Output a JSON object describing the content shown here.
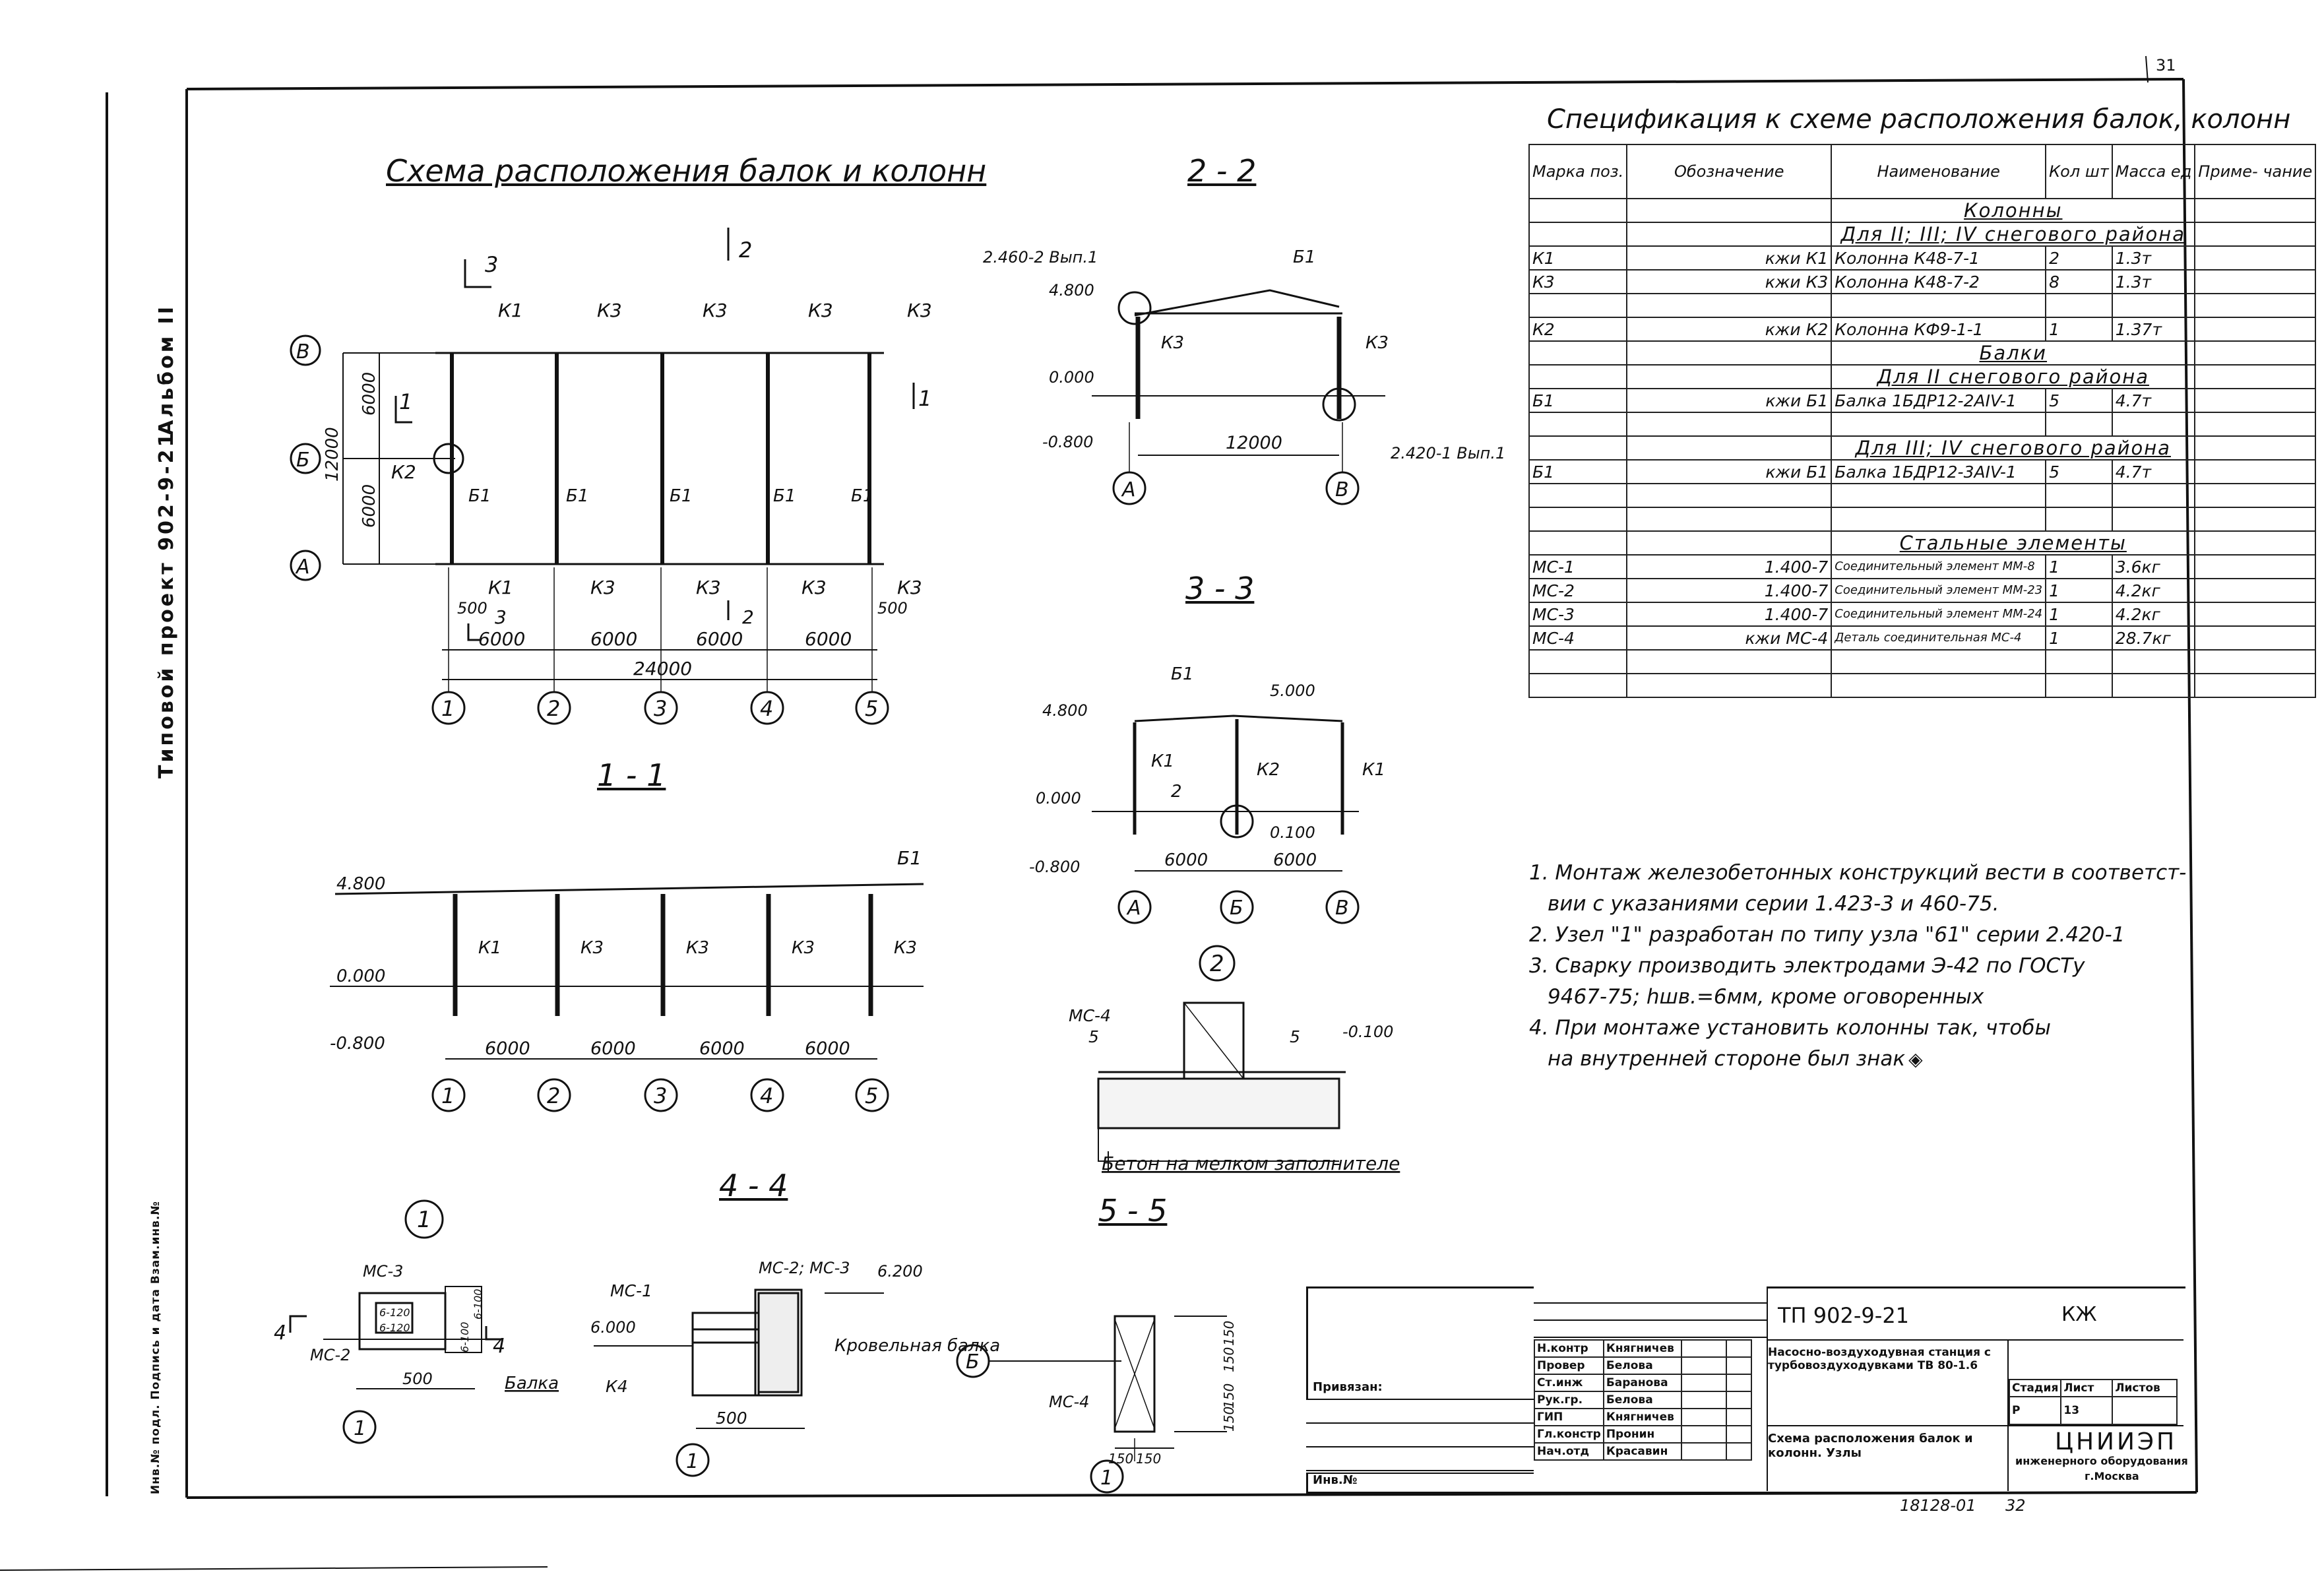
{
  "titles": {
    "plan": "Схема расположения балок и колонн",
    "spec": "Спецификация к схеме расположения балок, колонн",
    "s11": "1 - 1",
    "s22": "2 - 2",
    "s33": "3 - 3",
    "s44": "4 - 4",
    "s55": "5 - 5",
    "node1": "1",
    "node2": "2"
  },
  "left_margin": {
    "album": "Альбом II",
    "project": "Типовой проект 902-9-21",
    "stamp": "Инв.№ подл. Подпись и дата Взам.инв.№"
  },
  "page_number": "31",
  "plan": {
    "dims": [
      "6000",
      "6000",
      "6000",
      "6000"
    ],
    "total": "24000",
    "left_dims": [
      "6000",
      "6000"
    ],
    "left_total": "12000",
    "axes_x": [
      "1",
      "2",
      "3",
      "4",
      "5"
    ],
    "axes_y": [
      "В",
      "Б",
      "А"
    ],
    "top_labels": [
      "К1",
      "К3",
      "К3",
      "К3",
      "К3"
    ],
    "bottom_labels": [
      "К1",
      "К3",
      "К3",
      "К3",
      "К3"
    ],
    "beam": "Б1",
    "k2": "К2",
    "edge500": "500",
    "cut_marks": [
      "3",
      "2",
      "1"
    ]
  },
  "s11": {
    "levels": [
      "4.800",
      "0.000",
      "-0.800"
    ],
    "cols": [
      "К1",
      "К3",
      "К3",
      "К3",
      "К3"
    ],
    "beam": "Б1",
    "dims": [
      "6000",
      "6000",
      "6000",
      "6000"
    ],
    "axes": [
      "1",
      "2",
      "3",
      "4",
      "5"
    ]
  },
  "s22": {
    "levels": [
      "4.800",
      "0.000",
      "-0.800"
    ],
    "note_top": "2.460-2 Вып.1",
    "note_bottom": "2.420-1 Вып.1",
    "cols": [
      "К3",
      "К3"
    ],
    "beam": "Б1",
    "span": "12000",
    "axes": [
      "А",
      "В"
    ]
  },
  "s33": {
    "levels": [
      "4.800",
      "0.000",
      "-0.800",
      "5.000",
      "0.100"
    ],
    "cols": [
      "К1",
      "К2",
      "К1"
    ],
    "beam": "Б1",
    "dims": [
      "6000",
      "6000"
    ],
    "axes": [
      "А",
      "Б",
      "В"
    ]
  },
  "node2": {
    "labels": [
      "МС-4",
      "5",
      "5",
      "-0.100"
    ],
    "concrete": "Бетон на мелком заполнителе"
  },
  "node1": {
    "labels": [
      "МС-3",
      "МС-2",
      "4",
      "4",
      "Балка",
      "500",
      "1"
    ],
    "levels": [
      "6-120",
      "6-120",
      "6-100",
      "6-100"
    ]
  },
  "s44": {
    "labels": [
      "МС-1",
      "МС-2; МС-3",
      "К4",
      "Кровельная балка",
      "6.000",
      "6.200",
      "500",
      "1"
    ]
  },
  "s55": {
    "labels": [
      "Б",
      "МС-4",
      "150",
      "150",
      "150",
      "150",
      "150",
      "150",
      "1"
    ]
  },
  "spec": {
    "headers": [
      "Марка поз.",
      "Обозначение",
      "Наименование",
      "Кол шт",
      "Масса ед",
      "Приме- чание"
    ],
    "rows": [
      {
        "type": "sec",
        "text": "Колонны"
      },
      {
        "type": "sec",
        "text": "Для II; III; IV снегового района"
      },
      {
        "type": "row",
        "c": [
          "К1",
          "кжи К1",
          "Колонна К48-7-1",
          "2",
          "1.3т",
          ""
        ]
      },
      {
        "type": "row",
        "c": [
          "К3",
          "кжи К3",
          "Колонна К48-7-2",
          "8",
          "1.3т",
          ""
        ]
      },
      {
        "type": "row",
        "c": [
          "",
          "",
          "",
          "",
          "",
          ""
        ]
      },
      {
        "type": "row",
        "c": [
          "К2",
          "кжи К2",
          "Колонна КФ9-1-1",
          "1",
          "1.37т",
          ""
        ]
      },
      {
        "type": "sec",
        "text": "Балки"
      },
      {
        "type": "sec",
        "text": "Для II снегового района"
      },
      {
        "type": "row",
        "c": [
          "Б1",
          "кжи Б1",
          "Балка 1БДР12-2АIV-1",
          "5",
          "4.7т",
          ""
        ]
      },
      {
        "type": "row",
        "c": [
          "",
          "",
          "",
          "",
          "",
          ""
        ]
      },
      {
        "type": "sec",
        "text": "Для III; IV снегового района"
      },
      {
        "type": "row",
        "c": [
          "Б1",
          "кжи Б1",
          "Балка 1БДР12-3АIV-1",
          "5",
          "4.7т",
          ""
        ]
      },
      {
        "type": "row",
        "c": [
          "",
          "",
          "",
          "",
          "",
          ""
        ]
      },
      {
        "type": "row",
        "c": [
          "",
          "",
          "",
          "",
          "",
          ""
        ]
      },
      {
        "type": "sec",
        "text": "Стальные элементы"
      },
      {
        "type": "row",
        "c": [
          "МС-1",
          "1.400-7",
          "Соединительный элемент ММ-8",
          "1",
          "3.6кг",
          ""
        ]
      },
      {
        "type": "row",
        "c": [
          "МС-2",
          "1.400-7",
          "Соединительный элемент ММ-23",
          "1",
          "4.2кг",
          ""
        ]
      },
      {
        "type": "row",
        "c": [
          "МС-3",
          "1.400-7",
          "Соединительный элемент ММ-24",
          "1",
          "4.2кг",
          ""
        ]
      },
      {
        "type": "row",
        "c": [
          "МС-4",
          "кжи МС-4",
          "Деталь соединительная МС-4",
          "1",
          "28.7кг",
          ""
        ]
      },
      {
        "type": "row",
        "c": [
          "",
          "",
          "",
          "",
          "",
          ""
        ]
      },
      {
        "type": "row",
        "c": [
          "",
          "",
          "",
          "",
          "",
          ""
        ]
      }
    ]
  },
  "notes": [
    "1. Монтаж железобетонных конструкций вести в соответст-",
    "вии с указаниями серии 1.423-3 и 460-75.",
    "2. Узел \"1\" разработан по типу узла \"61\" серии 2.420-1",
    "3. Сварку производить электродами Э-42 по ГОСТу",
    "9467-75; hшв.=6мм, кроме оговоренных",
    "4. При монтаже установить колонны так, чтобы",
    "на внутренней стороне был знак"
  ],
  "titleblock": {
    "code": "ТП 902-9-21",
    "mark": "КЖ",
    "privyazan": "Привязан:",
    "inv": "Инв.№",
    "roles": [
      "Н.контр",
      "Провер",
      "Ст.инж",
      "Рук.гр.",
      "ГИП",
      "Гл.констр",
      "Нач.отд"
    ],
    "names": [
      "Княгничев",
      "Белова",
      "Баранова",
      "Белова",
      "Княгничев",
      "Пронин",
      "Красавин"
    ],
    "object": "Насосно-воздуходувная станция с турбовоздуходувками ТВ 80-1.6",
    "sheet_title": "Схема расположения балок и колонн. Узлы",
    "stage_h": "Стадия",
    "sheet_h": "Лист",
    "sheets_h": "Листов",
    "stage": "Р",
    "sheet": "13",
    "org": "ЦНИИЭП",
    "org2": "инженерного оборудования",
    "city": "г.Москва",
    "archive": "18128-01",
    "archive2": "32"
  },
  "colors": {
    "ink": "#111111",
    "paper": "#ffffff"
  }
}
